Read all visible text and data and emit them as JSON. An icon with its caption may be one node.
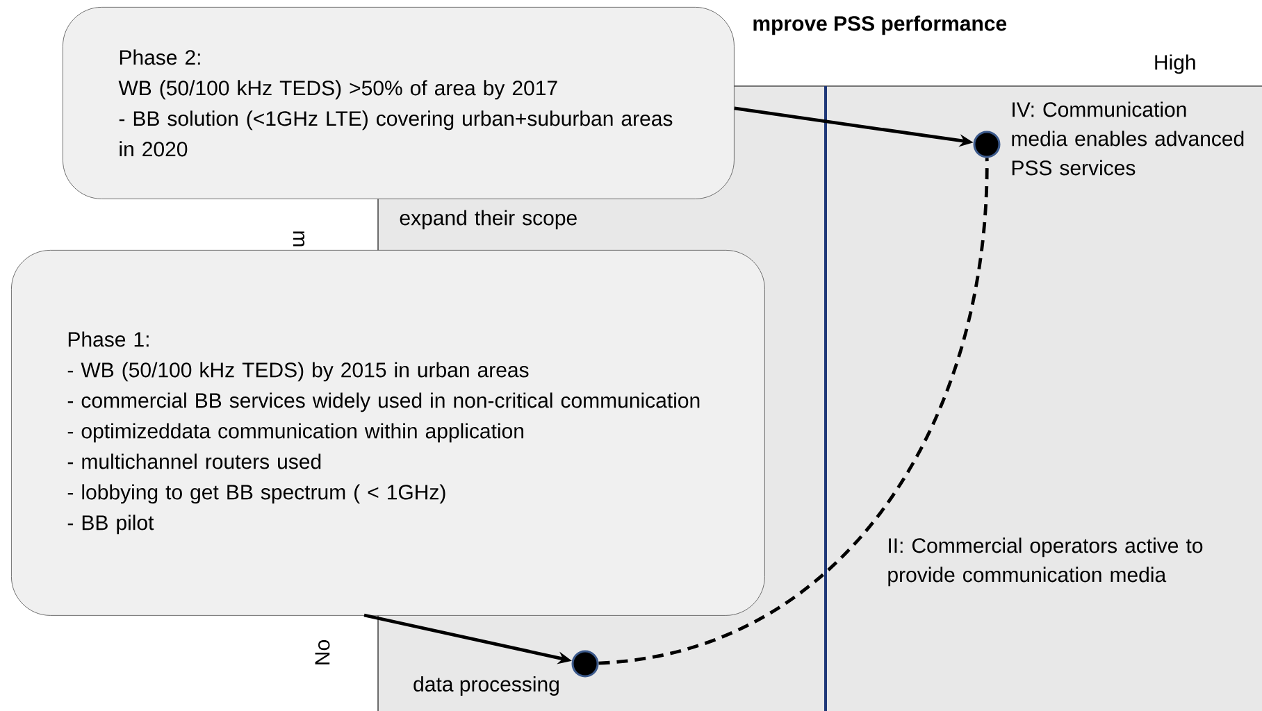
{
  "diagram": {
    "nodes": [
      {
        "text": [
          "Phase 2:",
          "WB (50/100 kHz TEDS) >50% of area by 2017",
          "- BB solution (<1GHz LTE) covering urban+suburban areas in 2020"
        ]
      },
      {
        "text": [
          "Phase 1:",
          "- WB (50/100 kHz TEDS) by 2015 in urban areas",
          "- commercial BB services widely used in non-critical communication",
          "- optimizeddata communication within application",
          "- multichannel routers used",
          "- lobbying to get BB spectrum ( < 1GHz)",
          "- BB pilot"
        ]
      },
      {
        "text": [],
        "shape": "circle"
      },
      {
        "text": [],
        "shape": "circle"
      }
    ],
    "edges": [
      {
        "from": 0,
        "to": 2,
        "arrow": "to"
      },
      {
        "from": 1,
        "to": 3,
        "arrow": "to"
      },
      {
        "from": 3,
        "to": 2,
        "arrow": "none",
        "style": "dashed"
      }
    ],
    "labels": [
      "mprove PSS performance",
      "High",
      "IV: Communication media enables advanced PSS services",
      "expand their scope",
      "m",
      "data processing",
      "II: Commercial operators active to provide communication media",
      "No"
    ]
  }
}
